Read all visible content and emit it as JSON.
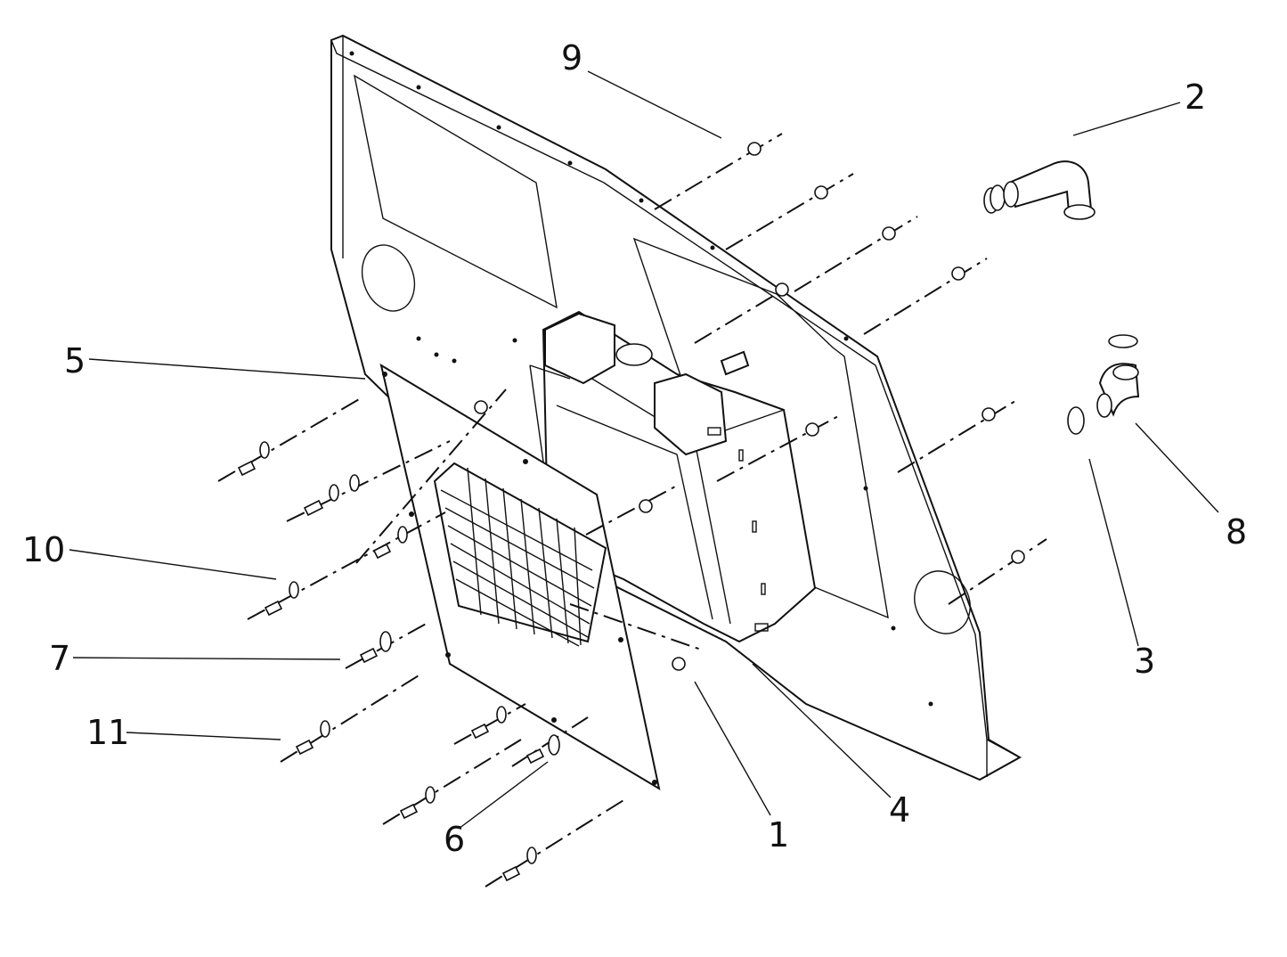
{
  "diagram": {
    "callouts": [
      {
        "id": "1",
        "label": "1"
      },
      {
        "id": "2",
        "label": "2"
      },
      {
        "id": "3",
        "label": "3"
      },
      {
        "id": "4",
        "label": "4"
      },
      {
        "id": "5",
        "label": "5"
      },
      {
        "id": "6",
        "label": "6"
      },
      {
        "id": "7",
        "label": "7"
      },
      {
        "id": "8",
        "label": "8"
      },
      {
        "id": "9",
        "label": "9"
      },
      {
        "id": "10",
        "label": "10"
      },
      {
        "id": "11",
        "label": "11"
      }
    ],
    "colors": {
      "line": "#111111",
      "background": "#ffffff"
    }
  }
}
